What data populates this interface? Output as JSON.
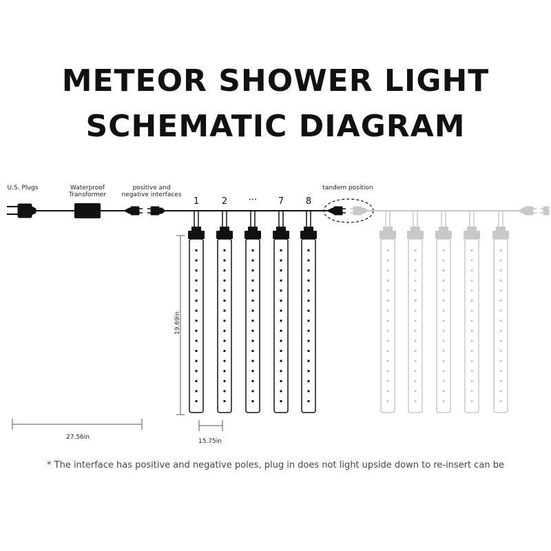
{
  "title": {
    "line1": "METEOR SHOWER LIGHT",
    "line2": "SCHEMATIC DIAGRAM"
  },
  "labels": {
    "us_plugs": "U.S. Plugs",
    "transformer_line1": "Waterproof",
    "transformer_line2": "Transformer",
    "interfaces_line1": "positive and",
    "interfaces_line2": "negative interfaces",
    "tandem": "tandem position"
  },
  "tube_numbers": [
    "1",
    "2",
    "···",
    "7",
    "8"
  ],
  "dimensions": {
    "tube_length": "19.69in",
    "lead_length": "27.56in",
    "spacing": "15.75in"
  },
  "footnote": "* The interface has positive and negative poles, plug in does not light upside down to re-insert can be",
  "colors": {
    "primary": "#111111",
    "ghost": "#c8c8c8"
  }
}
